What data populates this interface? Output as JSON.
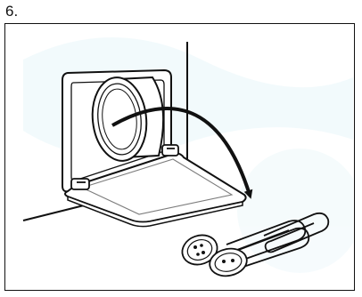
{
  "step": {
    "number": "6."
  },
  "figure": {
    "illustration": "remove-filter-cleaning-illustration",
    "watermark": "light-cyan-background-watermark",
    "colors": {
      "watermark": "#e8f6fa",
      "line": "#111111",
      "fill": "#ffffff"
    }
  }
}
